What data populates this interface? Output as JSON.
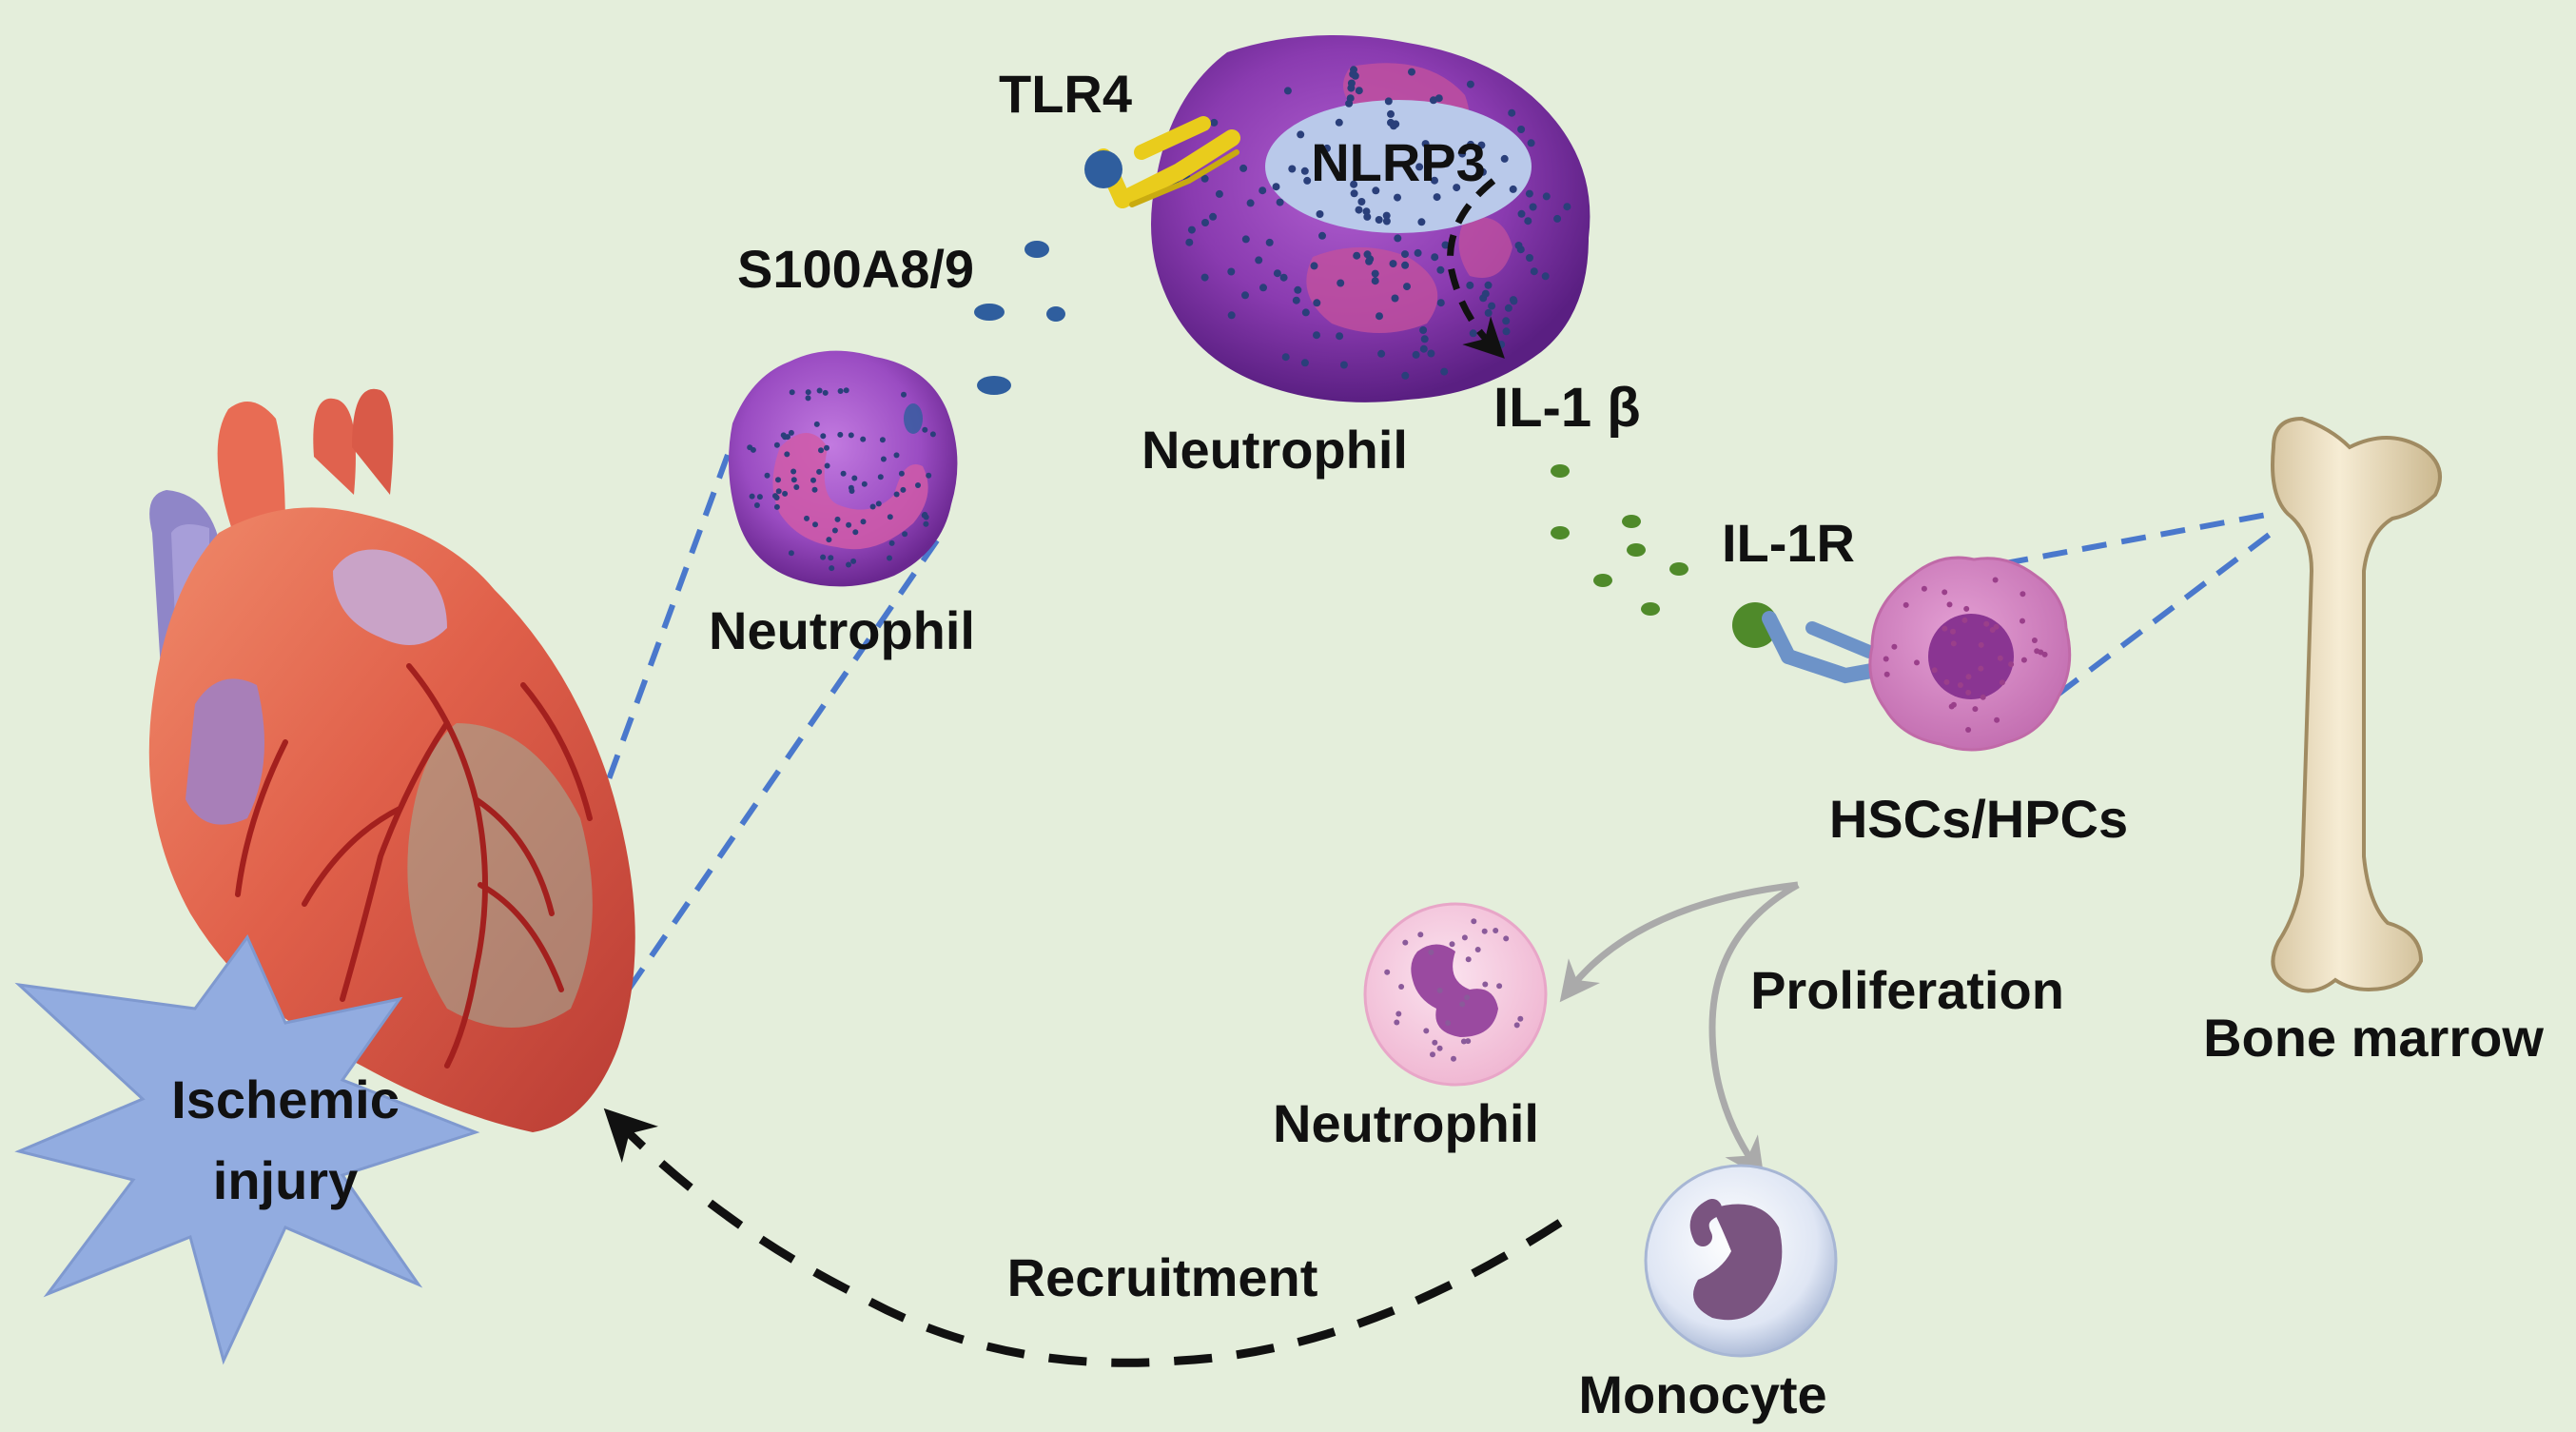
{
  "labels": {
    "tlr4": "TLR4",
    "nlrp3": "NLRP3",
    "s100": "S100A8/9",
    "il1b": "IL-1 β",
    "neutrophil_top": "Neutrophil",
    "neutrophil_small": "Neutrophil",
    "il1r": "IL-1R",
    "hscs": "HSCs/HPCs",
    "proliferation": "Proliferation",
    "bone_marrow": "Bone marrow",
    "neutrophil_bottom": "Neutrophil",
    "monocyte": "Monocyte",
    "recruitment": "Recruitment",
    "ischemic_line1": "Ischemic",
    "ischemic_line2": "injury"
  },
  "colors": {
    "background": "#e4eedb",
    "neutrophil_purple": "#7a2e9c",
    "receptor_yellow": "#e9cc1c",
    "receptor_blue": "#6d93c8",
    "ligand_blue": "#2f5e9e",
    "ligand_green": "#4f8a2a",
    "dashed_blue": "#4a78cc",
    "star_blue": "#92ace0",
    "arrow_gray": "#aaaaaa",
    "arrow_black": "#111111"
  },
  "icons": [
    "heart-illustration",
    "bone-icon",
    "neutrophil-cell",
    "stem-cell",
    "monocyte-cell"
  ]
}
